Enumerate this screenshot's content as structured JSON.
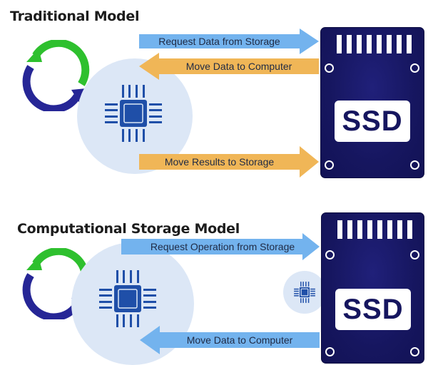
{
  "diagram": {
    "colors": {
      "request_arrow": "#73b3ee",
      "move_arrow_traditional": "#f0b657",
      "ssd_body": "#16165f",
      "cycle_green": "#2ec02e",
      "cycle_blue": "#262696",
      "chip_blue": "#1f4fa8",
      "blob": "#dce7f6"
    },
    "traditional": {
      "title": "Traditional Model",
      "arrows": [
        {
          "label": "Request Data from Storage",
          "direction": "right",
          "color": "blue"
        },
        {
          "label": "Move Data to Computer",
          "direction": "left",
          "color": "orange"
        },
        {
          "label": "Move Results to Storage",
          "direction": "right",
          "color": "orange"
        }
      ],
      "ssd_label": "SSD",
      "icons": [
        "cycle-arrows-icon",
        "cpu-chip-icon",
        "ssd-drive-icon"
      ]
    },
    "computational": {
      "title": "Computational Storage Model",
      "arrows": [
        {
          "label": "Request Operation from Storage",
          "direction": "right",
          "color": "blue"
        },
        {
          "label": "Move Data to Computer",
          "direction": "left",
          "color": "blue"
        }
      ],
      "ssd_label": "SSD",
      "icons": [
        "cycle-arrows-icon",
        "cpu-chip-icon",
        "embedded-chip-icon",
        "ssd-drive-icon"
      ]
    }
  }
}
